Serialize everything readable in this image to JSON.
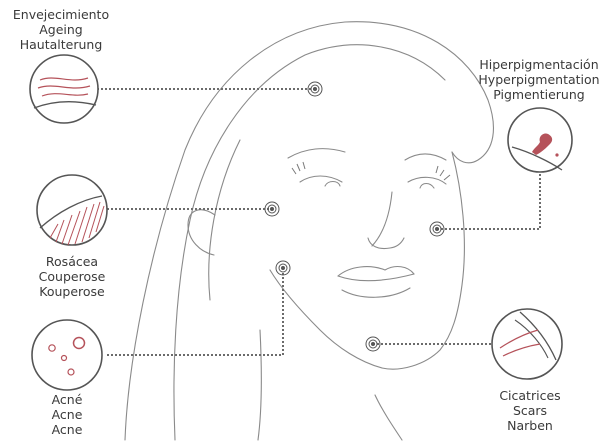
{
  "labels": {
    "ageing": {
      "es": "Envejecimiento",
      "en": "Ageing",
      "de": "Hautalterung"
    },
    "rosacea": {
      "es": "Rosácea",
      "en": "Couperose",
      "de": "Kouperose"
    },
    "acne": {
      "es": "Acné",
      "en": "Acne",
      "de": "Acne"
    },
    "hyperpigmentation": {
      "es": "Hiperpigmentación",
      "en": "Hyperpigmentation",
      "de": "Pigmentierung"
    },
    "scars": {
      "es": "Cicatrices",
      "en": "Scars",
      "de": "Narben"
    }
  },
  "colors": {
    "line": "#6b6b6b",
    "accent": "#b5525a",
    "text": "#3a3a3a"
  }
}
